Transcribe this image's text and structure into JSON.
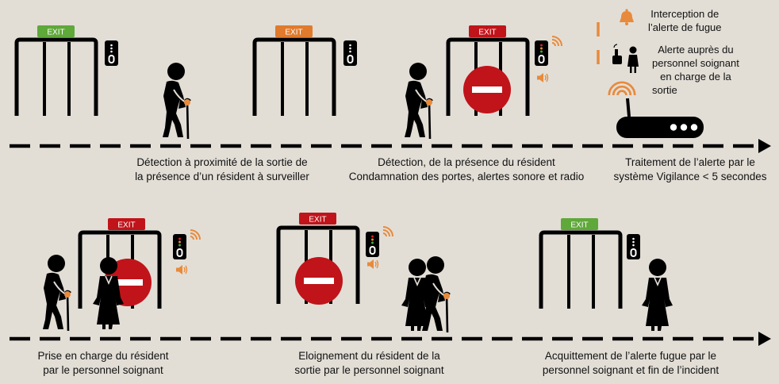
{
  "exit_label": "EXIT",
  "colors": {
    "background": "#e2ded6",
    "exit_green": "#5fa83a",
    "exit_orange": "#e07a2c",
    "exit_red": "#c0141a",
    "stop_red": "#c0141a",
    "accent_orange": "#e88a3c",
    "ink": "#000000"
  },
  "steps": [
    {
      "line1": "Détection à proximité de la sortie de",
      "line2": "la présence d’un résident à surveiller"
    },
    {
      "line1": "Détection, de la présence du résident",
      "line2": "Condamnation des portes, alertes sonore et radio"
    },
    {
      "line1": "Traitement de l’alerte par le",
      "line2": "système Vigilance < 5 secondes"
    },
    {
      "line1": "Prise en charge du résident",
      "line2": "par le personnel soignant"
    },
    {
      "line1": "Eloignement du résident de la",
      "line2": "sortie par le personnel soignant"
    },
    {
      "line1": "Acquittement de l’alerte fugue par le",
      "line2": "personnel soignant et fin de l’incident"
    }
  ],
  "legend": {
    "interception": {
      "line1": "Interception de",
      "line2": "l’alerte de fugue",
      "icon": "bell-icon"
    },
    "staff_alert": {
      "line1": "Alerte auprès du",
      "line2": "personnel soignant",
      "line3": "en charge de la",
      "line4": "sortie",
      "icon": "phone-nurse-icon"
    }
  }
}
